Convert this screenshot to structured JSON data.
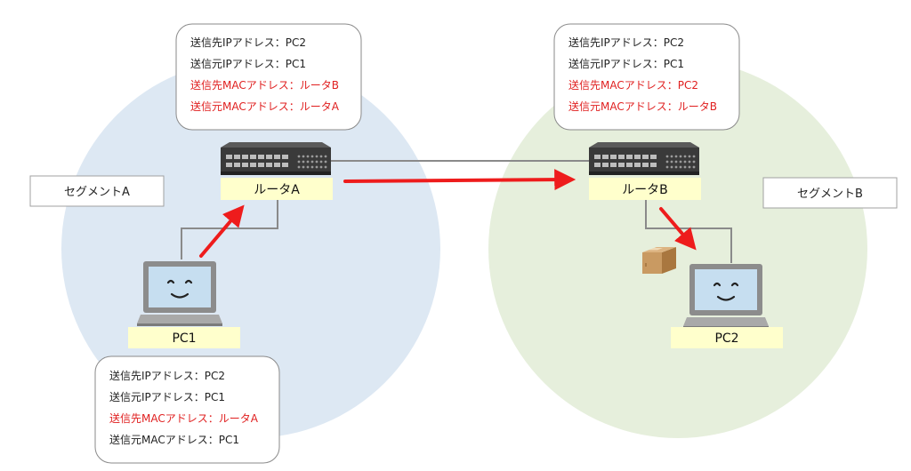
{
  "colors": {
    "segment_a_fill": "#dde8f3",
    "segment_b_fill": "#e6efdc",
    "arrow": "#ee1c1c",
    "highlight_text": "#e02020",
    "label_fill": "#ffffcc",
    "wire": "#8a8a8a"
  },
  "segments": {
    "a_label": "セグメントA",
    "b_label": "セグメントB"
  },
  "devices": {
    "router_a": "ルータA",
    "router_b": "ルータB",
    "pc1": "PC1",
    "pc2": "PC2"
  },
  "frames": {
    "pc1_to_router_a": {
      "lines": [
        {
          "text": "送信先IPアドレス：PC2",
          "highlight": false
        },
        {
          "text": "送信元IPアドレス：PC1",
          "highlight": false
        },
        {
          "text": "送信先MACアドレス：ルータA",
          "highlight": true
        },
        {
          "text": "送信元MACアドレス：PC1",
          "highlight": false
        }
      ]
    },
    "router_a_to_router_b": {
      "lines": [
        {
          "text": "送信先IPアドレス：PC2",
          "highlight": false
        },
        {
          "text": "送信元IPアドレス：PC1",
          "highlight": false
        },
        {
          "text": "送信先MACアドレス：ルータB",
          "highlight": true
        },
        {
          "text": "送信元MACアドレス：ルータA",
          "highlight": true
        }
      ]
    },
    "router_b_to_pc2": {
      "lines": [
        {
          "text": "送信先IPアドレス：PC2",
          "highlight": false
        },
        {
          "text": "送信元IPアドレス：PC1",
          "highlight": false
        },
        {
          "text": "送信先MACアドレス：PC2",
          "highlight": true
        },
        {
          "text": "送信元MACアドレス：ルータB",
          "highlight": true
        }
      ]
    }
  },
  "icons": {
    "router": "network-switch-icon",
    "pc": "laptop-face-icon",
    "packet": "cardboard-box-icon"
  }
}
